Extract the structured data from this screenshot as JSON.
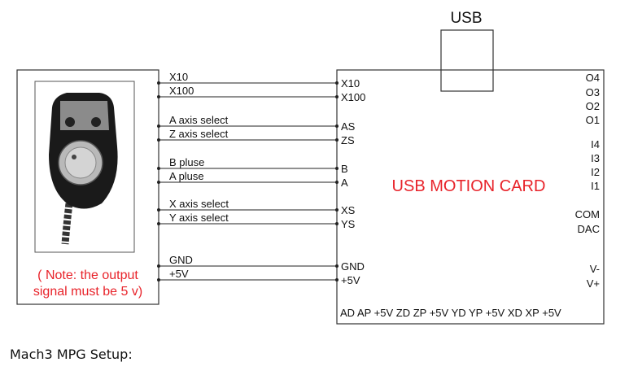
{
  "usb_label": "USB",
  "card_title": "USB MOTION CARD",
  "note_line1": "( Note: the output",
  "note_line2": "signal must be 5 v)",
  "caption": "Mach3 MPG Setup:",
  "wires": [
    {
      "label": "X10",
      "pin": "X10"
    },
    {
      "label": "X100",
      "pin": "X100"
    },
    {
      "label": "A axis select",
      "pin": "AS"
    },
    {
      "label": "Z axis select",
      "pin": "ZS"
    },
    {
      "label": "B pluse",
      "pin": "B"
    },
    {
      "label": "A pluse",
      "pin": "A"
    },
    {
      "label": "X axis select",
      "pin": "XS"
    },
    {
      "label": "Y axis select",
      "pin": "YS"
    },
    {
      "label": "GND",
      "pin": "GND"
    },
    {
      "label": "+5V",
      "pin": "+5V"
    }
  ],
  "outputs": [
    "O4",
    "O3",
    "O2",
    "O1"
  ],
  "inputs": [
    "I4",
    "I3",
    "I2",
    "I1"
  ],
  "com": "COM",
  "dac": "DAC",
  "vminus": "V-",
  "vplus": "V+",
  "bottom_pins": "AD AP +5V  ZD ZP +5V  YD YP +5V  XD XP +5V",
  "colors": {
    "note": "#e8232a",
    "card_title": "#e8232a",
    "line": "#222222"
  }
}
